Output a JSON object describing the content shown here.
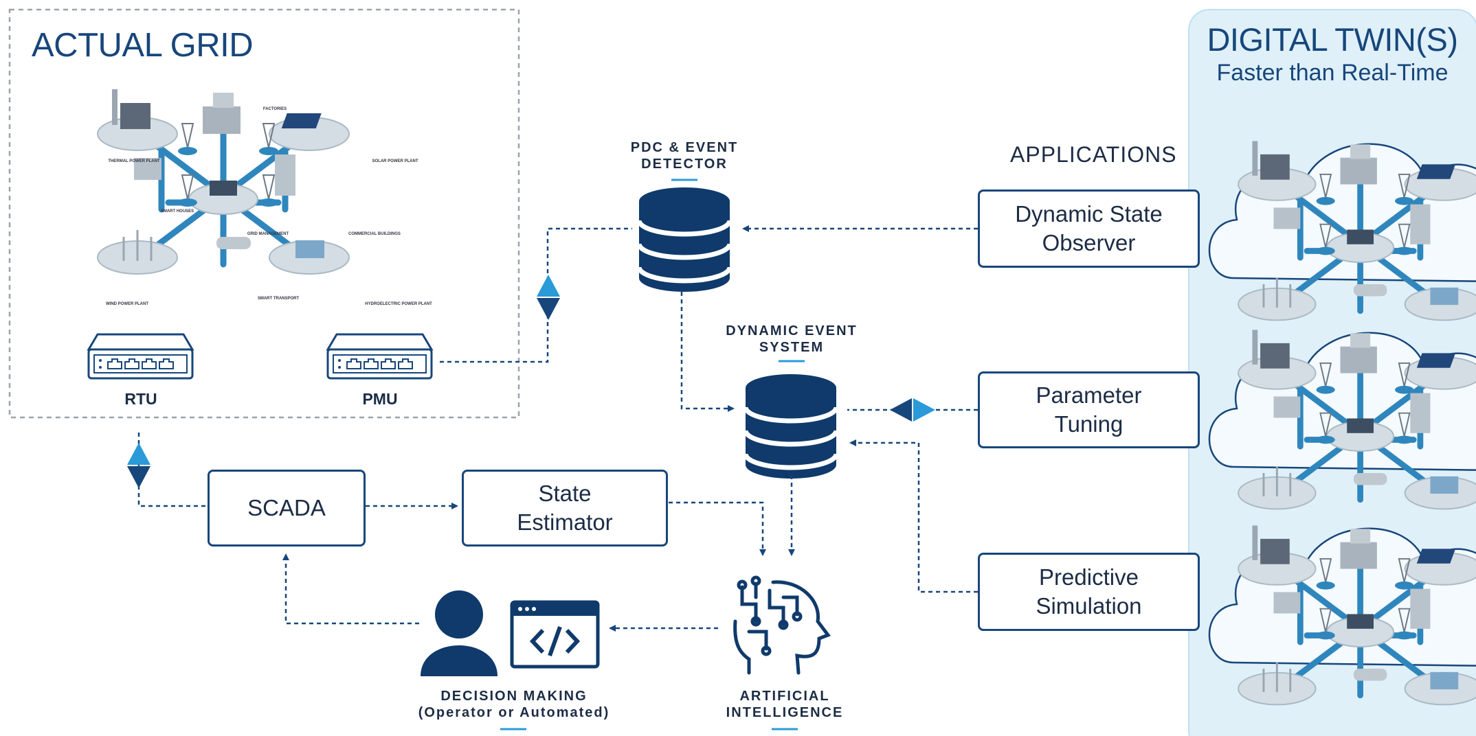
{
  "actual_grid": {
    "title": "ACTUAL GRID",
    "city_labels": [
      "THERMAL POWER PLANT",
      "FACTORIES",
      "SOLAR POWER PLANT",
      "SMART HOUSES",
      "GRID MANAGEMENT",
      "COMMERCIAL BUILDINGS",
      "WIND POWER PLANT",
      "SMART TRANSPORT",
      "HYDROELECTRIC POWER PLANT"
    ],
    "rtu_label": "RTU",
    "pmu_label": "PMU"
  },
  "digital_twin": {
    "title": "DIGITAL TWIN(S)",
    "subtitle": "Faster than Real-Time"
  },
  "databases": {
    "pdc": "PDC & EVENT\nDETECTOR",
    "dynamic_event": "DYNAMIC EVENT\nSYSTEM"
  },
  "applications": {
    "heading": "APPLICATIONS",
    "items": [
      "Dynamic State\nObserver",
      "Parameter\nTuning",
      "Predictive\nSimulation"
    ]
  },
  "boxes": {
    "scada": "SCADA",
    "state_estimator": "State\nEstimator"
  },
  "decision_making": "DECISION MAKING\n(Operator or Automated)",
  "artificial_intelligence": "ARTIFICIAL\nINTELLIGENCE",
  "colors": {
    "navy": "#17467b",
    "dark_navy": "#0f3a6b",
    "light_blue": "#2a9ad8",
    "panel_bg": "#dff0f9",
    "panel_border": "#bfe0f1"
  },
  "icons": [
    "database-icon",
    "code-window-icon",
    "person-icon",
    "ai-head-icon",
    "router-icon",
    "cloud-icon"
  ]
}
